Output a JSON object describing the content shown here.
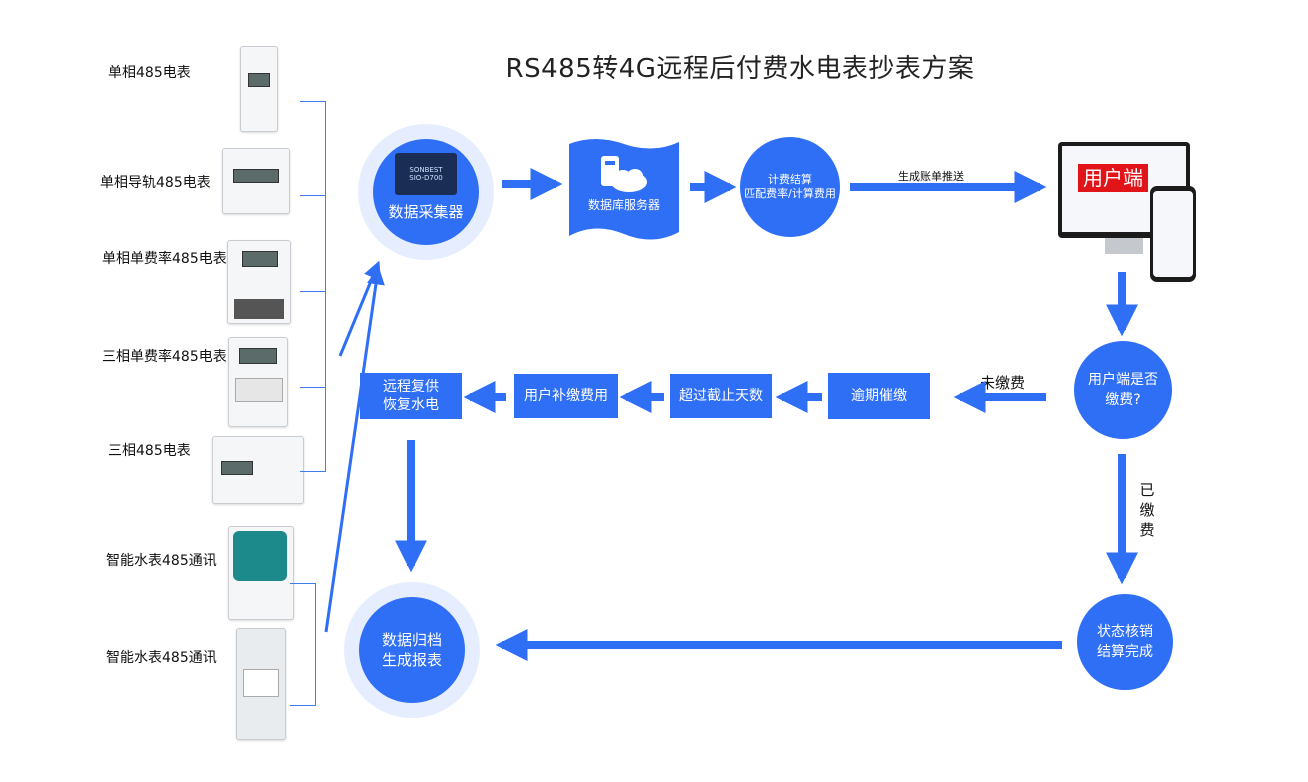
{
  "title": "RS485转4G远程后付费水电表抄表方案",
  "devices": [
    {
      "label": "单相485电表"
    },
    {
      "label": "单相导轨485电表"
    },
    {
      "label": "单相单费率485电表"
    },
    {
      "label": "三相单费率485电表"
    },
    {
      "label": "三相485电表"
    },
    {
      "label": "智能水表485通讯"
    },
    {
      "label": "智能水表485通讯"
    }
  ],
  "collector": {
    "label": "数据采集器",
    "model": "SIO-D700",
    "brand": "SONBEST"
  },
  "database": {
    "label": "数据库服务器"
  },
  "billing": {
    "line1": "计费结算",
    "line2": "匹配费率/计算费用"
  },
  "push_label": "生成账单推送",
  "client_badge": "用户端",
  "decision": {
    "line1": "用户端是否",
    "line2": "缴费?"
  },
  "unpaid_label": "未缴费",
  "paid_label": [
    "已",
    "缴",
    "费"
  ],
  "steps": {
    "overdue": "逾期催缴",
    "exceed": "超过截止天数",
    "repay": "用户补缴费用",
    "restore_line1": "远程复供",
    "restore_line2": "恢复水电"
  },
  "status": {
    "line1": "状态核销",
    "line2": "结算完成"
  },
  "archive": {
    "line1": "数据归档",
    "line2": "生成报表"
  },
  "colors": {
    "primary": "#2f6ff5",
    "accent_red": "#e1141a",
    "line": "#3d7df0"
  }
}
